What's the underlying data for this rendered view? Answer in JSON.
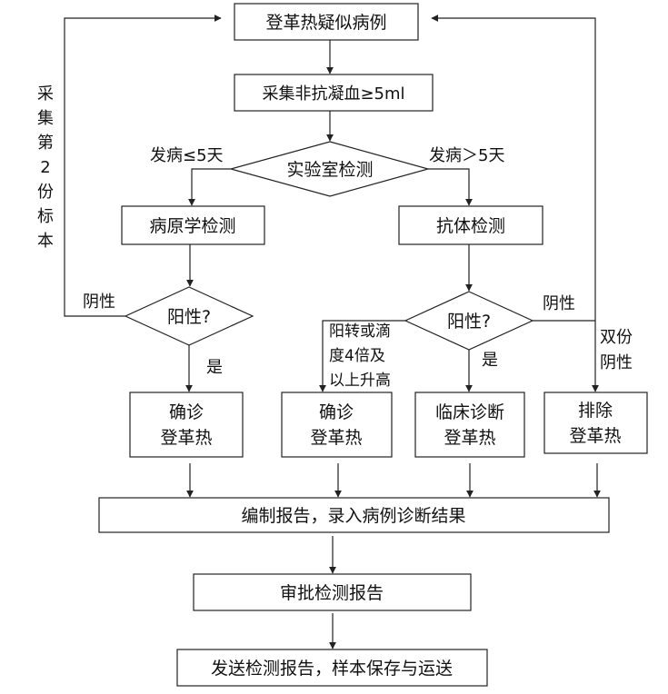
{
  "nodes": {
    "suspect": "登革热疑似病例",
    "collect_blood": "采集非抗凝血≥5ml",
    "lab_test": "实验室检测",
    "pathogen_test": "病原学检测",
    "antibody_test": "抗体检测",
    "positive_left": "阳性?",
    "positive_right": "阳性?",
    "confirm_1": [
      "确诊",
      "登革热"
    ],
    "confirm_2": [
      "确诊",
      "登革热"
    ],
    "clinical_diag": [
      "临床诊断",
      "登革热"
    ],
    "exclude": [
      "排除",
      "登革热"
    ],
    "compile_report": "编制报告，录入病例诊断结果",
    "review_report": "审批检测报告",
    "send_report": "发送检测报告，样本保存与运送"
  },
  "labels": {
    "onset_le5": "发病≤5天",
    "onset_gt5": "发病＞5天",
    "negative_left": "阴性",
    "negative_right": "阴性",
    "yes_left": "是",
    "yes_right": "是",
    "second_sample": [
      "采",
      "集",
      "第",
      "2",
      "份",
      "标",
      "本"
    ],
    "seroconversion": [
      "阳转或滴",
      "度4倍及",
      "以上升高"
    ],
    "double_negative": [
      "双份",
      "阴性"
    ]
  }
}
